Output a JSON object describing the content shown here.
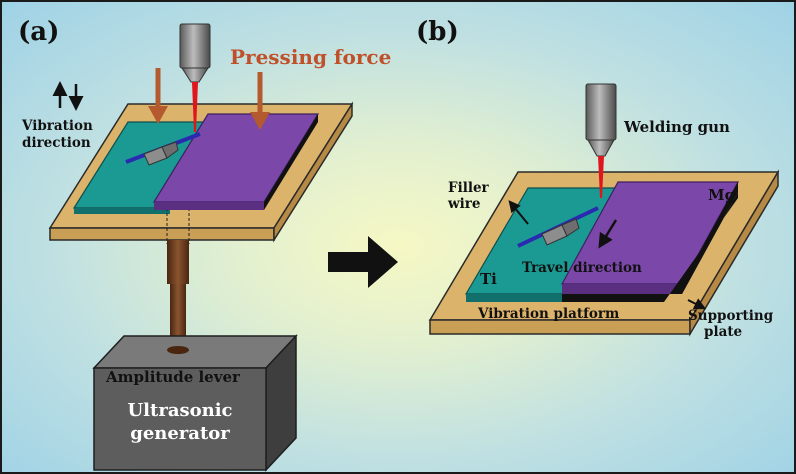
{
  "panel_a": {
    "letter": "(a)",
    "pressing_force": "Pressing force",
    "vibration_line1": "Vibration",
    "vibration_line2": "direction",
    "amplitude_lever": "Amplitude lever",
    "generator_line1": "Ultrasonic",
    "generator_line2": "generator"
  },
  "panel_b": {
    "letter": "(b)",
    "welding_gun": "Welding gun",
    "filler_line1": "Filler",
    "filler_line2": "wire",
    "mg": "Mg",
    "ti": "Ti",
    "travel_direction": "Travel direction",
    "vibration_platform": "Vibration platform",
    "supporting_line1": "Supporting",
    "supporting_line2": "plate"
  },
  "colors": {
    "platform": "#dcb36a",
    "ti_plate": "#1a9a93",
    "mg_plate": "#7b47a8",
    "force_arrow": "#b55a2e",
    "beam": "#e0161e",
    "lever": "#6b3a1e",
    "generator": "#5d5d5d"
  }
}
